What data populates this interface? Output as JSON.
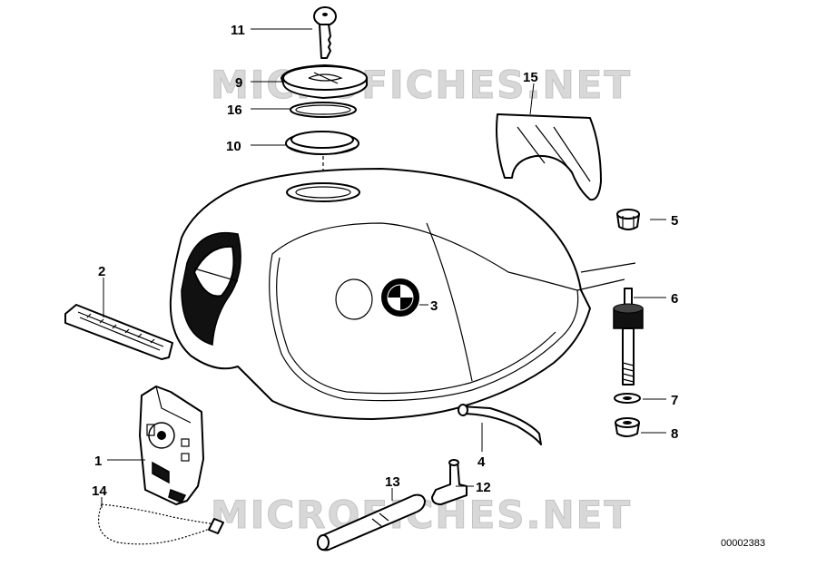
{
  "watermark_text": "MICROFICHES.NET",
  "drawing_number": "00002383",
  "callouts": {
    "c1": "1",
    "c2": "2",
    "c3": "3",
    "c4": "4",
    "c5": "5",
    "c6": "6",
    "c7": "7",
    "c8": "8",
    "c9": "9",
    "c10": "10",
    "c11": "11",
    "c12": "12",
    "c13": "13",
    "c14": "14",
    "c15": "15",
    "c16": "16"
  }
}
